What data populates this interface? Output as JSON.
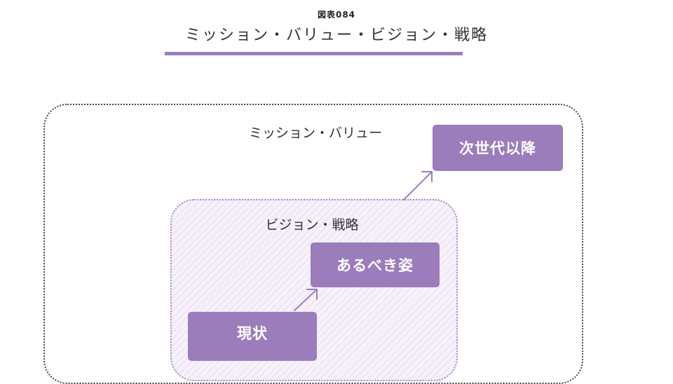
{
  "figure": {
    "number": "図表084",
    "title": "ミッション・バリュー・ビジョン・戦略"
  },
  "diagram": {
    "outer_group_label": "ミッション・バリュー",
    "inner_group_label": "ビジョン・戦略",
    "stages": {
      "next_generation": "次世代以降",
      "ideal_state": "あるべき姿",
      "current_state": "現状"
    }
  },
  "colors": {
    "accent": "#9b7dbb",
    "inner_border": "#a48bc5",
    "outer_border": "#444444",
    "text": "#333333"
  }
}
